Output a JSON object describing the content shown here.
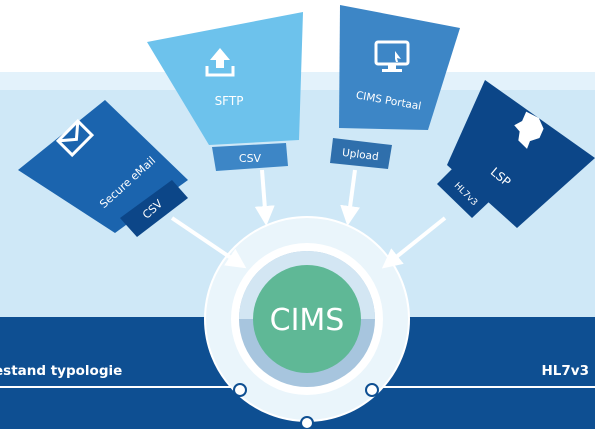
{
  "corner_title": "A",
  "channels": [
    {
      "label": "Secure eMail",
      "format": "CSV",
      "icon": "envelope-icon"
    },
    {
      "label": "SFTP",
      "format": "CSV",
      "icon": "upload-icon"
    },
    {
      "label": "CIMS Portaal",
      "format": "Upload",
      "icon": "monitor-icon"
    },
    {
      "label": "LSP",
      "format": "HL7v3",
      "icon": "netherlands-map-icon"
    }
  ],
  "center": {
    "label": "CIMS"
  },
  "bottom_bar": {
    "left_label": "estand typologie",
    "right_label": "HL7v3"
  },
  "colors": {
    "band_light": "#cfe8f7",
    "band_pale": "#e6f4fb",
    "bar_dark": "#0e4f92",
    "email_panel": "#1b64ae",
    "sftp_panel": "#6dc2ec",
    "portal_panel": "#3d86c6",
    "lsp_panel": "#0c4688",
    "center_fill": "#5fb896"
  }
}
